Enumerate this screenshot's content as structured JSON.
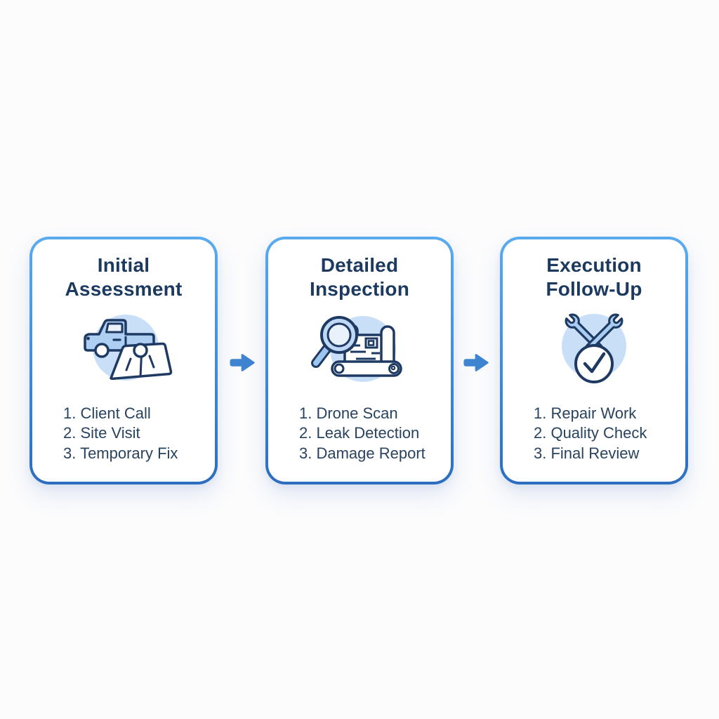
{
  "page": {
    "background_color": "#fcfcfd",
    "description": "Three-step process diagram with arrow connectors"
  },
  "colors": {
    "card_border_top": "#5aabee",
    "card_border_bottom": "#2c6dbf",
    "card_background": "#ffffff",
    "title_text": "#1c3a5f",
    "step_text": "#28435f",
    "arrow": "#3e84d1",
    "icon_circle_background": "#c9dff8",
    "icon_fill": "#aecff2",
    "icon_outline": "#1e3a63"
  },
  "cards": [
    {
      "title": "Initial Assessment",
      "icon": "truck-tarp-icon",
      "steps": [
        "1. Client Call",
        "2. Site Visit",
        "3. Temporary Fix"
      ]
    },
    {
      "title": "Detailed Inspection",
      "icon": "magnifier-blueprint-icon",
      "steps": [
        "1. Drone Scan",
        "2. Leak Detection",
        "3. Damage Report"
      ]
    },
    {
      "title": "Execution Follow-Up",
      "icon": "wrench-check-icon",
      "steps": [
        "1. Repair Work",
        "2. Quality Check",
        "3. Final Review"
      ]
    }
  ],
  "arrows": [
    {
      "icon": "arrow-right-icon"
    },
    {
      "icon": "arrow-right-icon"
    }
  ]
}
